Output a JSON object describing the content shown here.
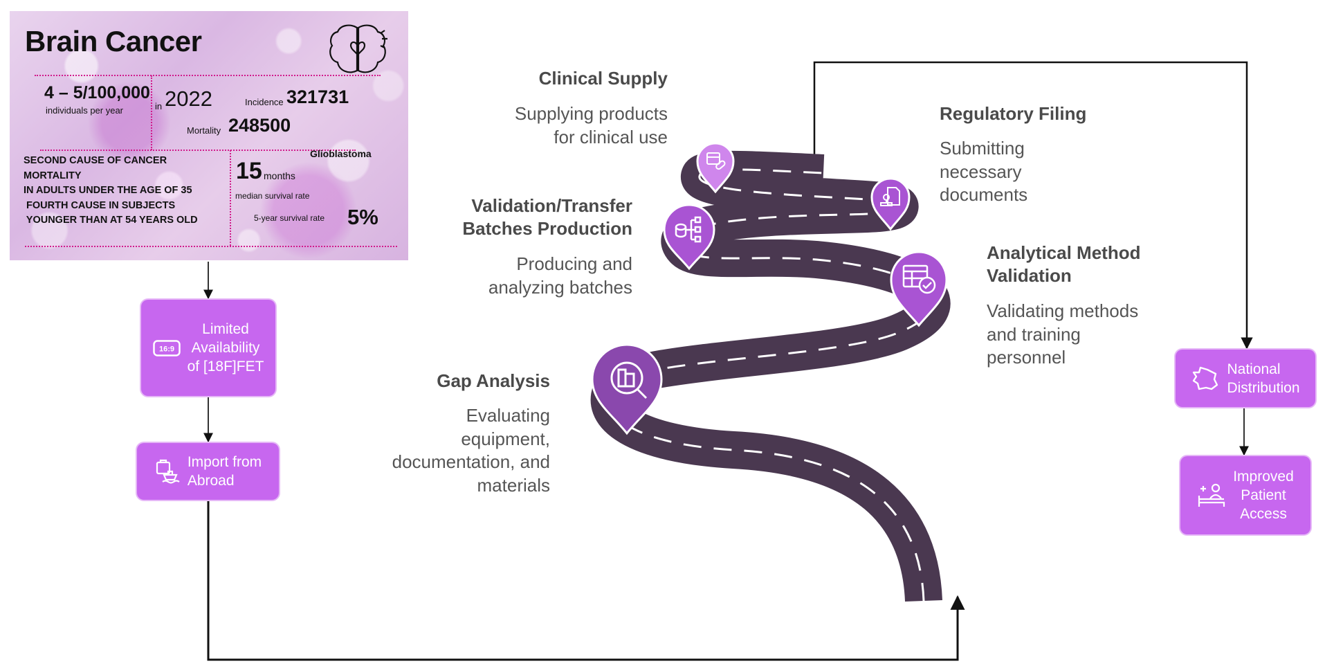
{
  "card": {
    "title": "Brain Cancer",
    "rate": "4 – 5/100,000",
    "rate_sub": "individuals per year",
    "in_label": "in",
    "year": "2022",
    "incidence_label": "Incidence",
    "incidence_value": "321731",
    "mortality_label": "Mortality",
    "mortality_value": "248500",
    "facts": [
      "SECOND CAUSE OF CANCER",
      "MORTALITY",
      "IN ADULTS UNDER THE AGE OF 35",
      " FOURTH CAUSE IN SUBJECTS",
      " YOUNGER THAN AT 54 YEARS OLD"
    ],
    "glioblastoma_label": "Glioblastoma",
    "survival_months_value": "15",
    "survival_months_unit": "months",
    "median_label": "median survival rate",
    "five_year_label": "5-year survival rate",
    "five_year_value": "5%",
    "icon": "brain-heart-icon"
  },
  "flow": {
    "limited": {
      "label": "Limited\nAvailability\nof [18F]FET",
      "icon": "aspect-ratio-16-9-icon",
      "icon_text": "16:9"
    },
    "import": {
      "label": "Import from\nAbroad",
      "icon": "shipping-box-icon"
    },
    "national": {
      "label": "National\nDistribution",
      "icon": "france-map-icon"
    },
    "improved": {
      "label": "Improved\nPatient\nAccess",
      "icon": "patient-bed-icon"
    }
  },
  "roadmap": {
    "clinical_supply": {
      "title": "Clinical Supply",
      "desc": "Supplying products\nfor clinical use",
      "icon": "medicine-box-icon"
    },
    "validation_transfer": {
      "title": "Validation/Transfer\nBatches Production",
      "desc": "Producing and\nanalyzing batches",
      "icon": "database-flow-icon"
    },
    "gap_analysis": {
      "title": "Gap Analysis",
      "desc": "Evaluating\nequipment,\ndocumentation, and\nmaterials",
      "icon": "building-search-icon"
    },
    "regulatory_filing": {
      "title": "Regulatory Filing",
      "desc": "Submitting\nnecessary\ndocuments",
      "icon": "document-stamp-icon"
    },
    "analytical_method": {
      "title": "Analytical Method\nValidation",
      "desc": "Validating methods\nand training\npersonnel",
      "icon": "table-check-icon"
    }
  },
  "colors": {
    "box_fill": "#c767ef",
    "box_border": "#e6b8f7",
    "road": "#4a3850",
    "pin_dark": "#8a48ad",
    "pin_mid": "#a954d3",
    "pin_light": "#cf86ec",
    "connector": "#111111",
    "card_divider": "#d11a8b"
  }
}
